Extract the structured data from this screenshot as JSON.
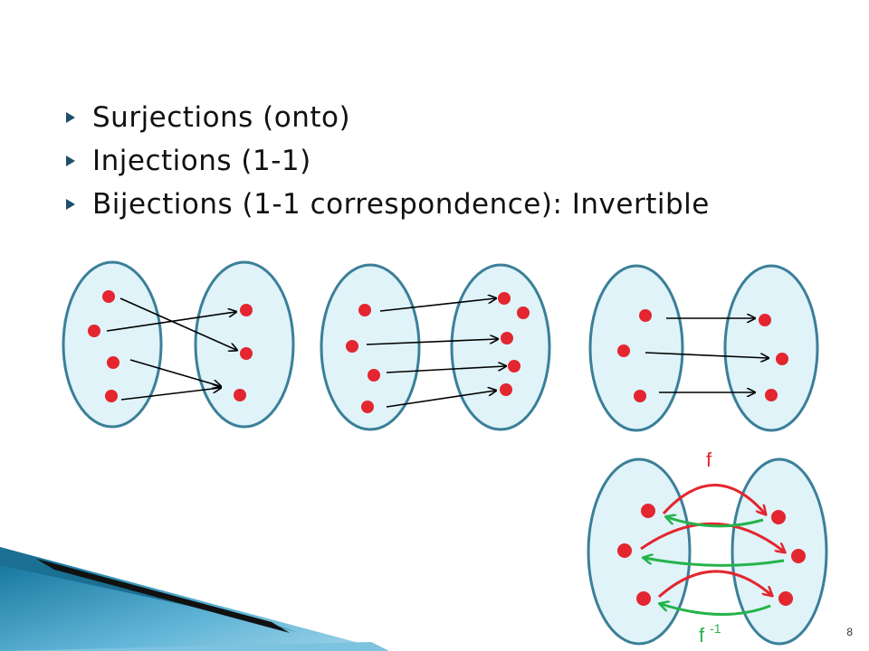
{
  "bullets": [
    {
      "text": "Surjections (onto)"
    },
    {
      "text": "Injections (1-1)"
    },
    {
      "text": "Bijections (1-1 correspondence): Invertible"
    }
  ],
  "inverse_diagram": {
    "forward_label": "f",
    "inverse_label": "f",
    "inverse_superscript": "-1"
  },
  "slide_number": "8",
  "colors": {
    "set_fill": "#dff3f9",
    "set_stroke": "#3b7f98",
    "point": "#e3262f",
    "arrow": "#000000",
    "forward": "#e3262f",
    "inverse": "#25b34b",
    "label_forward": "#e3262f",
    "label_inverse": "#25b34b"
  }
}
